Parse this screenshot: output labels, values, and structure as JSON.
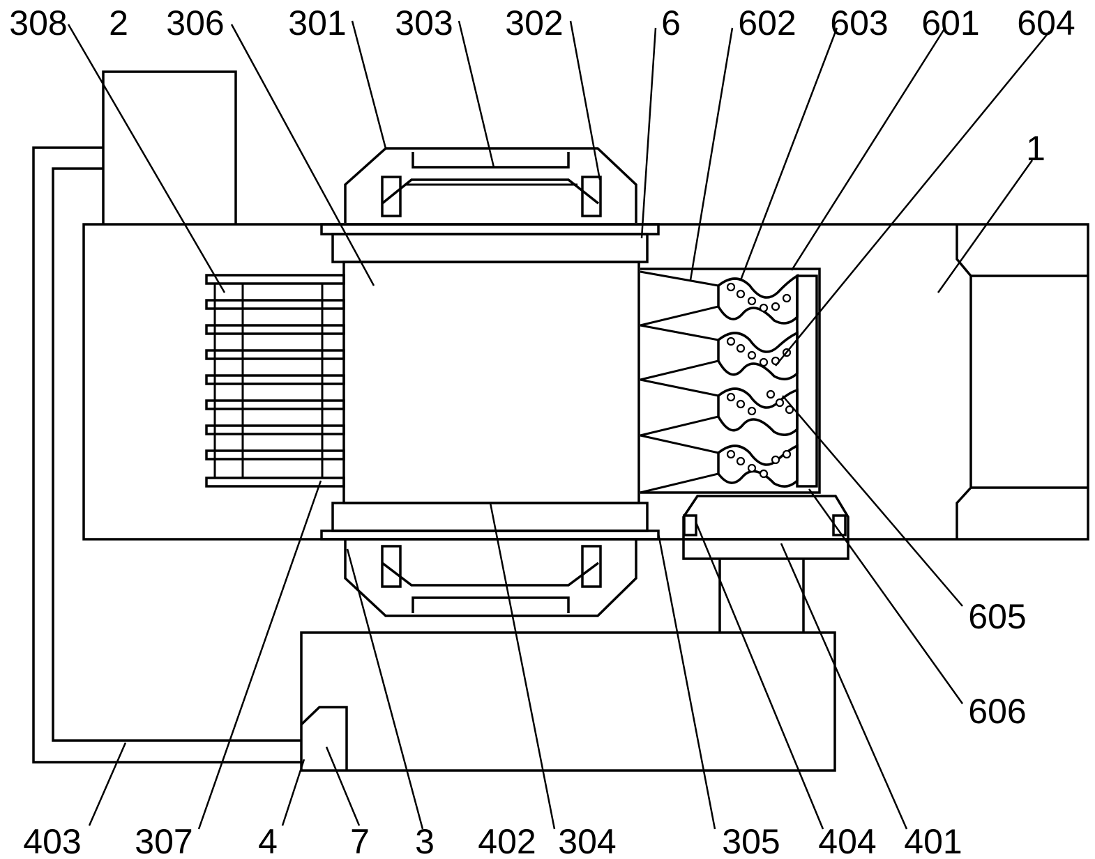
{
  "labels": {
    "l308": "308",
    "l2": "2",
    "l306": "306",
    "l301": "301",
    "l303": "303",
    "l302": "302",
    "l6": "6",
    "l602": "602",
    "l603": "603",
    "l601": "601",
    "l604": "604",
    "l1": "1",
    "l605": "605",
    "l606": "606",
    "l403": "403",
    "l307": "307",
    "l4": "4",
    "l7": "7",
    "l3": "3",
    "l402": "402",
    "l304": "304",
    "l305": "305",
    "l404": "404",
    "l401": "401"
  },
  "colors": {
    "line": "#000000",
    "background": "#ffffff"
  }
}
